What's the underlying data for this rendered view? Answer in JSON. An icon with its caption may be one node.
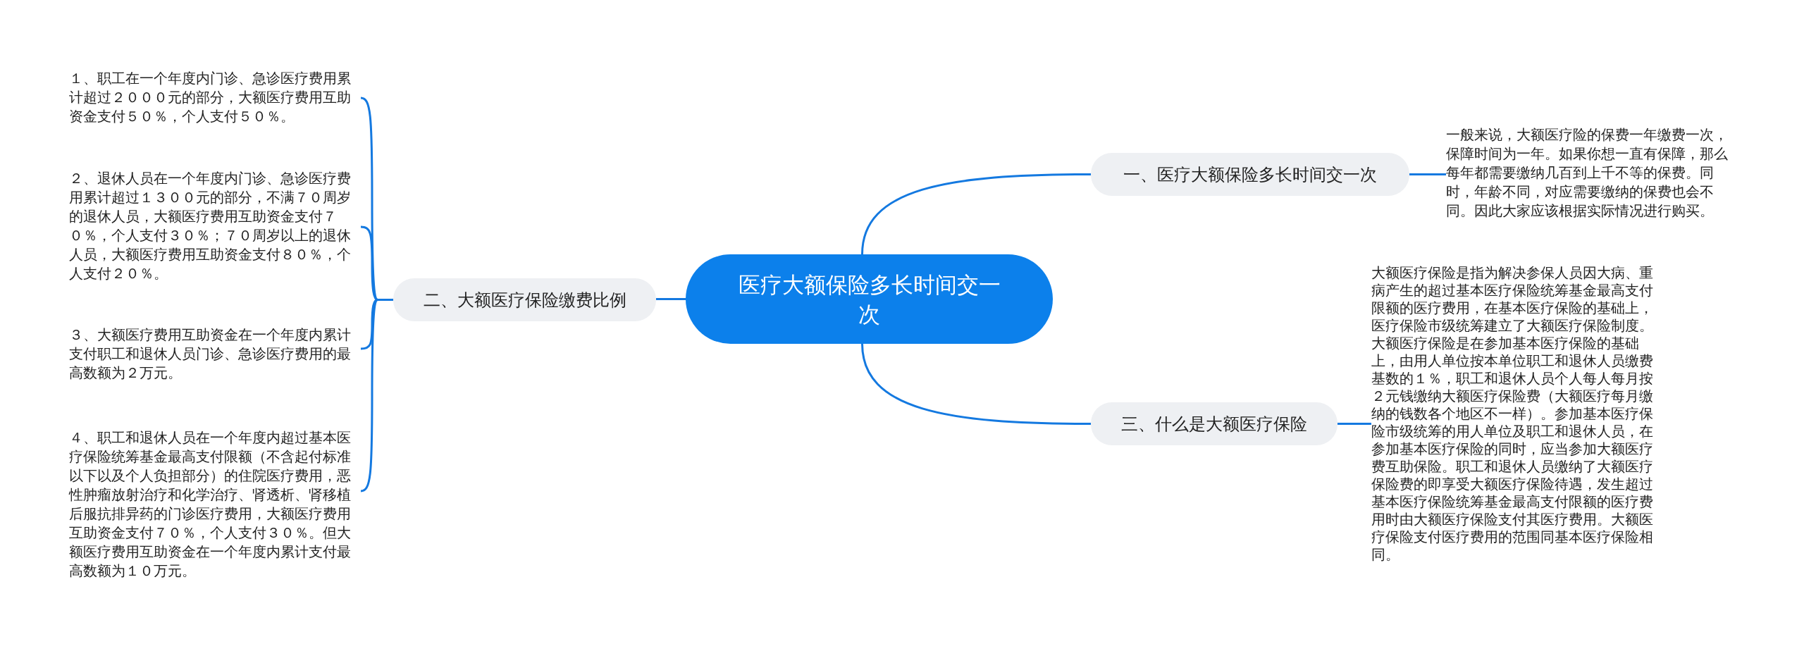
{
  "diagram": {
    "nodes": [
      {
        "text": [
          "医疗大额保险多长时间交一次"
        ]
      },
      {
        "text": [
          "一、医疗大额保险多长时间交一次"
        ]
      },
      {
        "text": [
          "一般来说，大额医疗险的保费一年缴费一次，保障时间为一年。如果你想一直有保障，那么每年都需要缴纳几百到上千不等的保费。同时，年龄不同，对应需要缴纳的保费也会不同。因此大家应该根据实际情况进行购买。"
        ]
      },
      {
        "text": [
          "二、大额医疗保险缴费比例"
        ]
      },
      {
        "text": [
          "１、职工在一个年度内门诊、急诊医疗费用累计超过２０００元的部分，大额医疗费用互助资金支付５０％，个人支付５０％。"
        ]
      },
      {
        "text": [
          "２、退休人员在一个年度内门诊、急诊医疗费用累计超过１３００元的部分，不满７０周岁的退休人员，大额医疗费用互助资金支付７０％，个人支付３０％；７０周岁以上的退休人员，大额医疗费用互助资金支付８０％，个人支付２０％。"
        ]
      },
      {
        "text": [
          "３、大额医疗费用互助资金在一个年度内累计支付职工和退休人员门诊、急诊医疗费用的最高数额为２万元。"
        ]
      },
      {
        "text": [
          "４、职工和退休人员在一个年度内超过基本医疗保险统筹基金最高支付限额（不含起付标准以下以及个人负担部分）的住院医疗费用，恶性肿瘤放射治疗和化学治疗、肾透析、肾移植后服抗排异药的门诊医疗费用，大额医疗费用互助资金支付７０％，个人支付３０％。但大额医疗费用互助资金在一个年度内累计支付最高数额为１０万元。"
        ]
      },
      {
        "text": [
          "三、什么是大额医疗保险"
        ]
      },
      {
        "text": [
          "大额医疗保险是指为解决参保人员因大病、重病产生的超过基本医疗保险统筹基金最高支付限额的医疗费用，在基本医疗保险的基础上，医疗保险市级统筹建立了大额医疗保险制度。大额医疗保险是在参加基本医疗保险的基础上，由用人单位按本单位职工和退休人员缴费基数的１％，职工和退休人员个人每人每月按２元钱缴纳大额医疗保险费（大额医疗每月缴纳的钱数各个地区不一样）。参加基本医疗保险市级统筹的用人单位及职工和退休人员，在参加基本医疗保险的同时，应当参加大额医疗费互助保险。职工和退休人员缴纳了大额医疗保险费的即享受大额医疗保险待遇，发生超过基本医疗保险统筹基金最高支付限额的医疗费用时由大额医疗保险支付其医疗费用。大额医疗保险支付医疗费用的范围同基本医疗保险相同。"
        ]
      }
    ],
    "edges": [
      {
        "from": 0,
        "to": 1,
        "arrow": "none"
      },
      {
        "from": 1,
        "to": 2,
        "arrow": "none"
      },
      {
        "from": 0,
        "to": 3,
        "arrow": "none"
      },
      {
        "from": 3,
        "to": 4,
        "arrow": "none"
      },
      {
        "from": 3,
        "to": 5,
        "arrow": "none"
      },
      {
        "from": 3,
        "to": 6,
        "arrow": "none"
      },
      {
        "from": 3,
        "to": 7,
        "arrow": "none"
      },
      {
        "from": 0,
        "to": 8,
        "arrow": "none"
      },
      {
        "from": 8,
        "to": 9,
        "arrow": "none"
      }
    ]
  }
}
